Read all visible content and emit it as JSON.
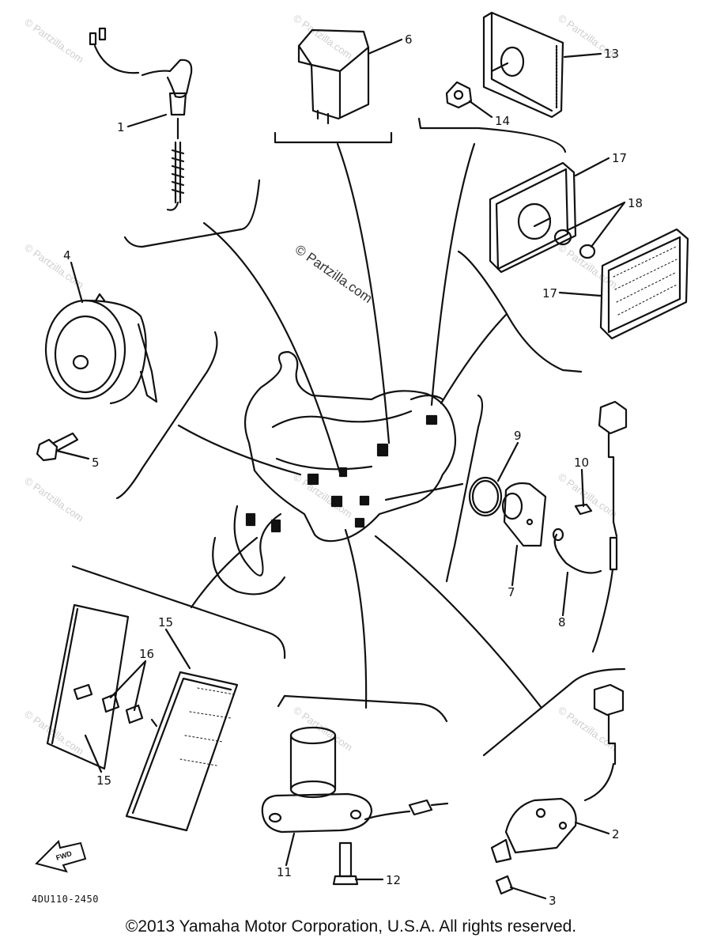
{
  "watermark_text": "© Partzilla.com",
  "center_watermark": "© Partzilla.com",
  "callouts": {
    "p1": "1",
    "p2": "2",
    "p3": "3",
    "p4": "4",
    "p5": "5",
    "p6": "6",
    "p7": "7",
    "p8": "8",
    "p9": "9",
    "p10": "10",
    "p11": "11",
    "p12": "12",
    "p13": "13",
    "p14": "14",
    "p15a": "15",
    "p15b": "15",
    "p16": "16",
    "p17a": "17",
    "p17b": "17",
    "p18": "18"
  },
  "fwd_label": "FWD",
  "diagram_code": "4DU110-2450",
  "copyright": "©2013 Yamaha Motor Corporation, U.S.A. All rights reserved."
}
